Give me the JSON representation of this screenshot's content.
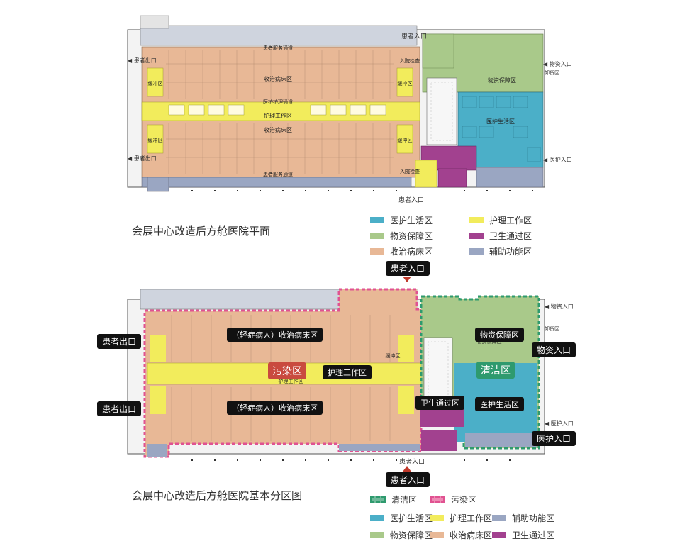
{
  "plan1": {
    "title": "会展中心改造后方舱医院平面",
    "labels": {
      "patient_exit": "患者出口",
      "patient_entry": "患者入口",
      "supply_entry": "物资入口",
      "staff_entry": "医护入口",
      "ward": "收治病床区",
      "nursing": "护理工作区",
      "nurse_channel": "医护护理通道",
      "patient_channel": "患者服务通道",
      "supply_zone": "物资保障区",
      "staff_zone": "医护生活区",
      "buffer": "缓冲区",
      "unload": "卸货区",
      "hall": "入院检查"
    }
  },
  "plan2": {
    "title": "会展中心改造后方舱医院基本分区图",
    "labels": {
      "patient_exit": "患者出口",
      "patient_entry": "患者入口",
      "supply_entry": "物资入口",
      "staff_entry": "医护入口",
      "ward_top": "（轻症病人）收治病床区",
      "ward_bottom": "（轻症病人）收治病床区",
      "contaminated": "污染区",
      "nursing": "护理工作区",
      "clean": "清洁区",
      "supply_zone": "物资保障区",
      "supply_zone_sub": "物资保障区",
      "staff_zone": "医护生活区",
      "sanitary": "卫生通过区",
      "buffer": "缓冲区",
      "unload": "卸货区",
      "nursing_sub": "护理工作区"
    }
  },
  "legend1": {
    "items": [
      {
        "label": "医护生活区",
        "color": "#4bafc8"
      },
      {
        "label": "护理工作区",
        "color": "#f2ec5c"
      },
      {
        "label": "物资保障区",
        "color": "#a9c98a"
      },
      {
        "label": "卫生通过区",
        "color": "#a2418f"
      },
      {
        "label": "收治病床区",
        "color": "#e8b896"
      },
      {
        "label": "辅助功能区",
        "color": "#9aa6c2"
      }
    ]
  },
  "legend2": {
    "items": [
      {
        "label": "清洁区",
        "color": "#2e9a6e"
      },
      {
        "label": "污染区",
        "color": "#e05291"
      },
      {
        "label": "医护生活区",
        "color": "#4bafc8"
      },
      {
        "label": "护理工作区",
        "color": "#f2ec5c"
      },
      {
        "label": "辅助功能区",
        "color": "#9aa6c2"
      },
      {
        "label": "物资保障区",
        "color": "#a9c98a"
      },
      {
        "label": "收治病床区",
        "color": "#e8b896"
      },
      {
        "label": "卫生通过区",
        "color": "#a2418f"
      }
    ]
  },
  "colors": {
    "ward": "#e8b896",
    "nursing": "#f2ec5c",
    "supply": "#a9c98a",
    "staff": "#4bafc8",
    "sanitary": "#a2418f",
    "aux": "#9aa6c2",
    "clean_border": "#2e9a6e",
    "dirty_border": "#e05291",
    "entry_marker": "#c0392b"
  }
}
